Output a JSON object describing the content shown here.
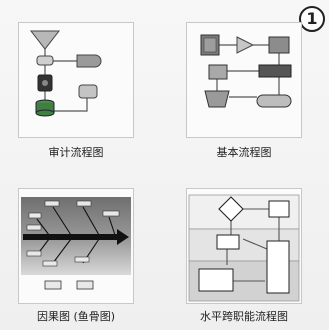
{
  "badge": "1",
  "templates": [
    {
      "label": "审计流程图"
    },
    {
      "label": "基本流程图"
    },
    {
      "label": "因果图 (鱼骨图)"
    },
    {
      "label": "水平跨职能流程图"
    }
  ]
}
